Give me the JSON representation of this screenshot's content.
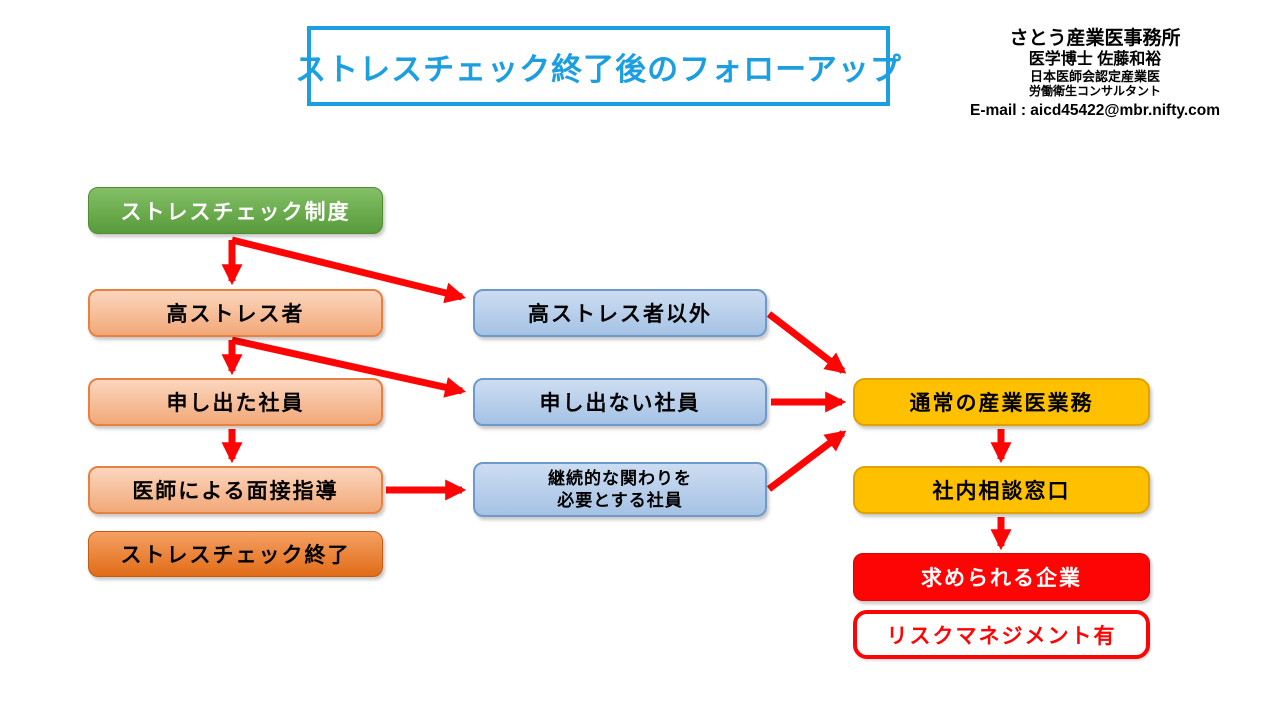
{
  "slide_title": "ストレスチェック終了後のフォローアップ",
  "credit": {
    "line1": "さとう産業医事務所",
    "line2": "医学博士 佐藤和裕",
    "line3": "日本医師会認定産業医",
    "line4": "労働衛生コンサルタント",
    "email": "E-mail : aicd45422@mbr.nifty.com"
  },
  "nodes": {
    "stress_check_system": {
      "label": "ストレスチェック制度"
    },
    "high_stress": {
      "label": "高ストレス者"
    },
    "declared_employee": {
      "label": "申し出た社員"
    },
    "doctor_interview": {
      "label": "医師による面接指導"
    },
    "stress_check_end": {
      "label": "ストレスチェック終了"
    },
    "non_high_stress": {
      "label": "高ストレス者以外"
    },
    "undeclared_employee": {
      "label": "申し出ない社員"
    },
    "continuous_care": {
      "line1": "継続的な関わりを",
      "line2": "必要とする社員"
    },
    "normal_occupational_health": {
      "label": "通常の産業医業務"
    },
    "internal_consultation": {
      "label": "社内相談窓口"
    },
    "sought_after_company": {
      "label": "求められる企業"
    },
    "risk_management": {
      "label": "リスクマネジメント有"
    }
  },
  "edges": [
    {
      "from": "ストレスチェック制度",
      "to": "高ストレス者"
    },
    {
      "from": "ストレスチェック制度",
      "to": "高ストレス者以外"
    },
    {
      "from": "高ストレス者",
      "to": "申し出た社員"
    },
    {
      "from": "高ストレス者",
      "to": "申し出ない社員"
    },
    {
      "from": "申し出た社員",
      "to": "医師による面接指導"
    },
    {
      "from": "医師による面接指導",
      "to": "継続的な関わりを必要とする社員"
    },
    {
      "from": "高ストレス者以外",
      "to": "通常の産業医業務"
    },
    {
      "from": "申し出ない社員",
      "to": "通常の産業医業務"
    },
    {
      "from": "継続的な関わりを必要とする社員",
      "to": "通常の産業医業務"
    },
    {
      "from": "通常の産業医業務",
      "to": "社内相談窓口"
    },
    {
      "from": "社内相談窓口",
      "to": "求められる企業"
    }
  ],
  "colors": {
    "title_accent": "#1b9fe0",
    "arrow_red": "#fe0505",
    "node_green": "#69a84f",
    "node_peach": "#f5ac7f",
    "node_dark_orange": "#e8762b",
    "node_blue": "#aec9e7",
    "node_gold": "#ffc000",
    "node_red": "#fe0505"
  }
}
